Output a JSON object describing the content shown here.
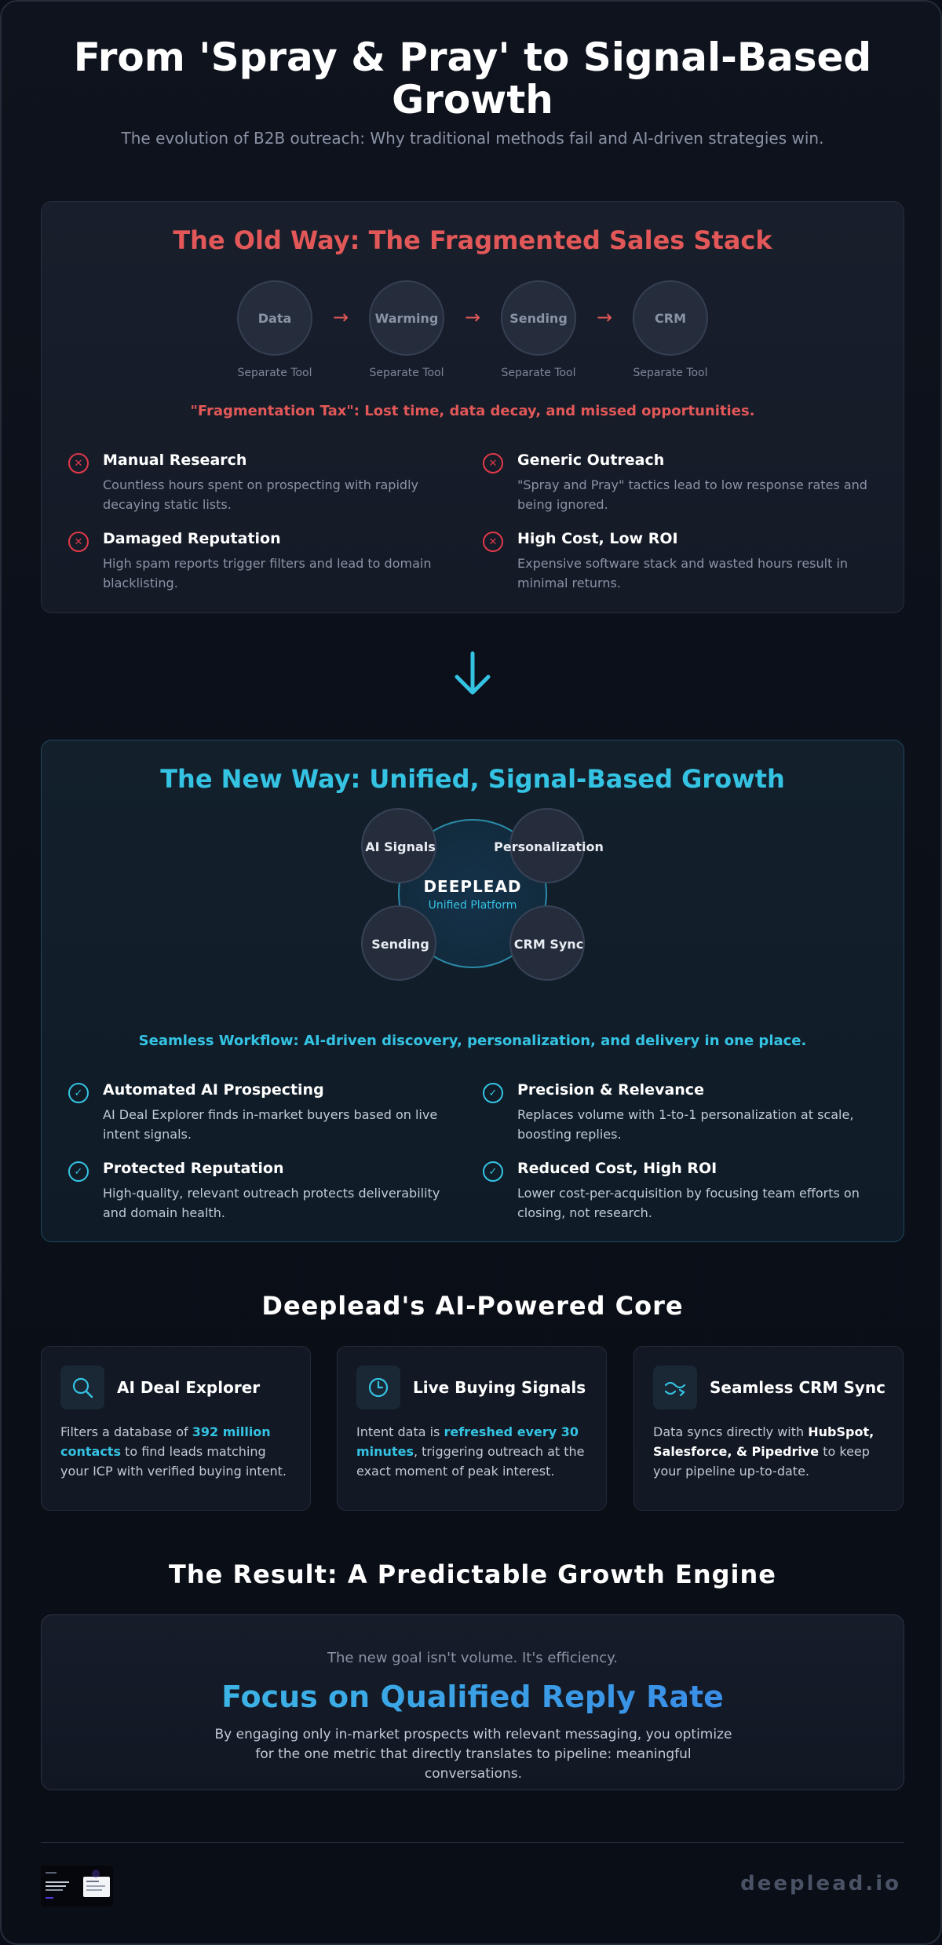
{
  "header": {
    "title": "From 'Spray & Pray' to Signal-Based Growth",
    "subtitle": "The evolution of B2B outreach: Why traditional methods fail and AI-driven strategies win."
  },
  "old_way": {
    "title": "The Old Way: The Fragmented Sales Stack",
    "flow": [
      {
        "label": "Data",
        "caption": "Separate Tool"
      },
      {
        "label": "Warming",
        "caption": "Separate Tool"
      },
      {
        "label": "Sending",
        "caption": "Separate Tool"
      },
      {
        "label": "CRM",
        "caption": "Separate Tool"
      }
    ],
    "tax": "\"Fragmentation Tax\": Lost time, data decay, and missed opportunities.",
    "items": [
      {
        "title": "Manual Research",
        "desc": "Countless hours spent on prospecting with rapidly decaying static lists."
      },
      {
        "title": "Generic Outreach",
        "desc": "\"Spray and Pray\" tactics lead to low response rates and being ignored."
      },
      {
        "title": "Damaged Reputation",
        "desc": "High spam reports trigger filters and lead to domain blacklisting."
      },
      {
        "title": "High Cost, Low ROI",
        "desc": "Expensive software stack and wasted hours result in minimal returns."
      }
    ]
  },
  "new_way": {
    "title": "The New Way: Unified, Signal-Based Growth",
    "hub_name": "DEEPLEAD",
    "hub_sub": "Unified Platform",
    "satellites": [
      "AI Signals",
      "Personalization",
      "Sending",
      "CRM Sync"
    ],
    "seamless": "Seamless Workflow: AI-driven discovery, personalization, and delivery in one place.",
    "items": [
      {
        "title": "Automated AI Prospecting",
        "desc": "AI Deal Explorer finds in-market buyers based on live intent signals."
      },
      {
        "title": "Precision & Relevance",
        "desc": "Replaces volume with 1-to-1 personalization at scale, boosting replies."
      },
      {
        "title": "Protected Reputation",
        "desc": "High-quality, relevant outreach protects deliverability and domain health."
      },
      {
        "title": "Reduced Cost, High ROI",
        "desc": "Lower cost-per-acquisition by focusing team efforts on closing, not research."
      }
    ]
  },
  "core": {
    "title": "Deeplead's AI-Powered Core",
    "cards": [
      {
        "title": "AI Deal Explorer",
        "icon": "search-icon",
        "pre": "Filters a database of ",
        "hl": "392 million contacts",
        "post": " to find leads matching your ICP with verified buying intent."
      },
      {
        "title": "Live Buying Signals",
        "icon": "clock-icon",
        "pre": "Intent data is ",
        "hl": "refreshed every 30 minutes",
        "post": ", triggering outreach at the exact moment of peak interest."
      },
      {
        "title": "Seamless CRM Sync",
        "icon": "handshake-icon",
        "pre": "Data syncs directly with ",
        "hl": "HubSpot, Salesforce, & Pipedrive",
        "post": " to keep your pipeline up-to-date."
      }
    ]
  },
  "result": {
    "title": "The Result: A Predictable Growth Engine",
    "intro": "The new goal isn't volume. It's efficiency.",
    "big": "Focus on Qualified Reply Rate",
    "desc": "By engaging only in-market prospects with relevant messaging, you optimize for the one metric that directly translates to pipeline: meaningful conversations."
  },
  "footer": {
    "brand": "deeplead.io"
  },
  "colors": {
    "old_accent": "#e25858",
    "new_accent": "#35c3e3",
    "gradient_start": "#3cc2e6",
    "gradient_end": "#3a7fe6"
  }
}
